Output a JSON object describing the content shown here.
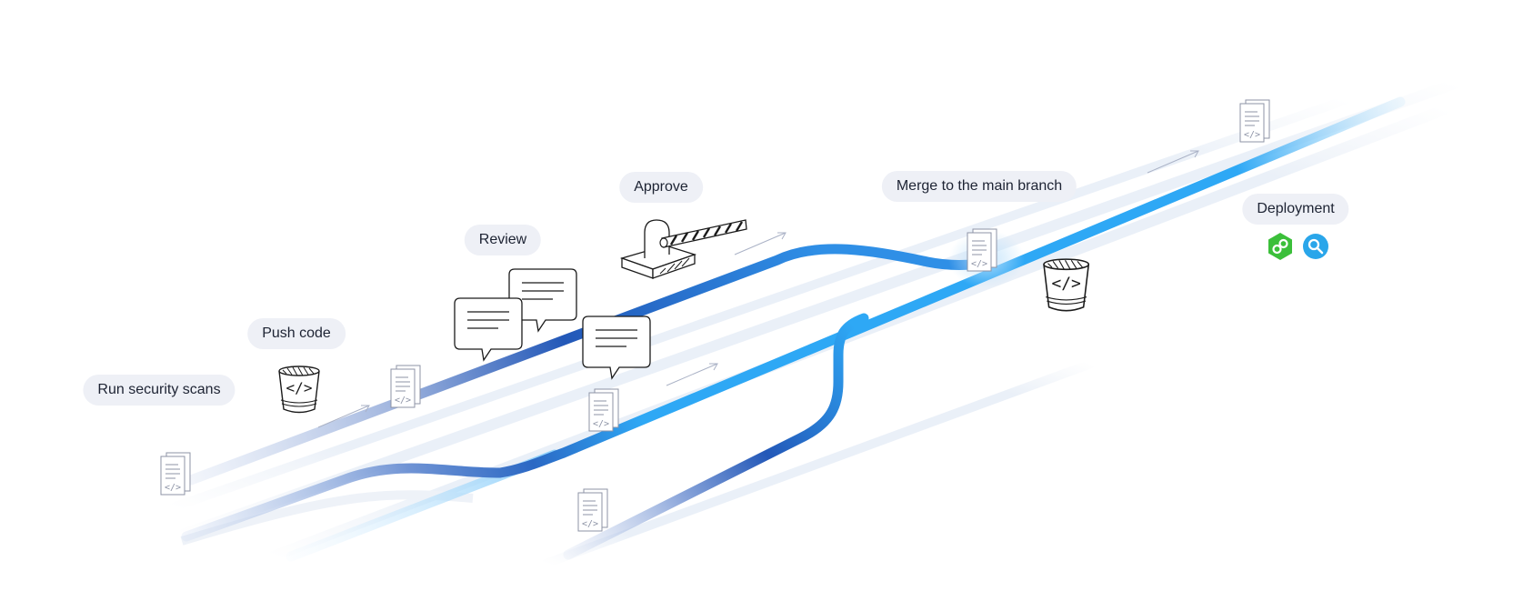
{
  "steps": {
    "run_security_scans": "Run security scans",
    "push_code": "Push code",
    "review": "Review",
    "approve": "Approve",
    "merge": "Merge to the main branch",
    "deployment": "Deployment"
  },
  "icons": {
    "document": "code-document-icon",
    "repository": "code-repository-icon",
    "comment": "review-comment-icon",
    "barrier": "approval-barrier-icon",
    "arrow": "direction-arrow-icon",
    "app_1": "green-link-app-icon",
    "app_2": "blue-search-app-icon"
  },
  "colors": {
    "track_light": "#e9eef7",
    "branch_dark": "#2358b8",
    "main_blue": "#2ea8f5",
    "label_bg": "#eef0f6",
    "label_text": "#1d2333",
    "app_green": "#3bbf3a",
    "app_blue": "#2aa6ea",
    "ink": "#1b1b1b"
  }
}
